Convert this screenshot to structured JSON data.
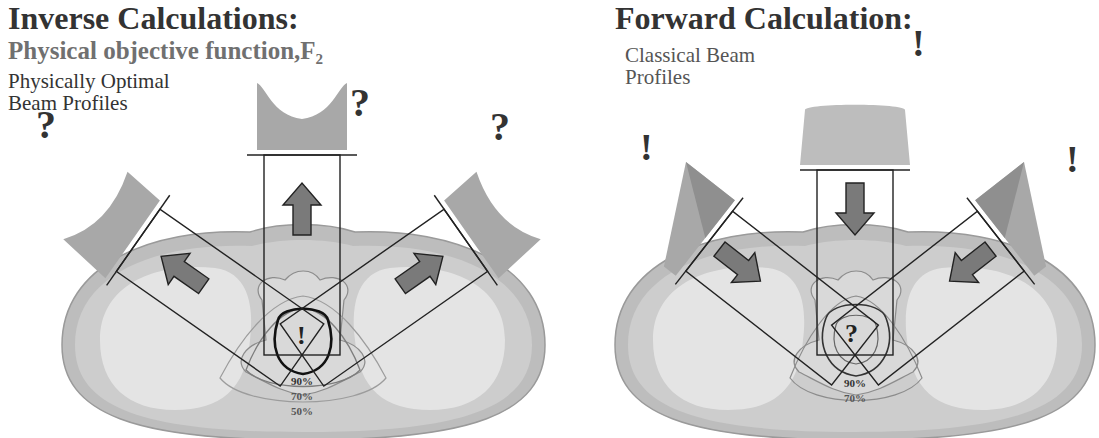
{
  "diagram": {
    "labels": [
      "Inverse Calculations:",
      "Physical objective function,F₂",
      "Physically Optimal Beam Profiles",
      "?",
      "?",
      "?",
      "!",
      "90%",
      "70%",
      "50%",
      "Forward Calculation:",
      "Classical Beam Profiles",
      "!",
      "!",
      "!",
      "?",
      "90%",
      "70%"
    ]
  }
}
